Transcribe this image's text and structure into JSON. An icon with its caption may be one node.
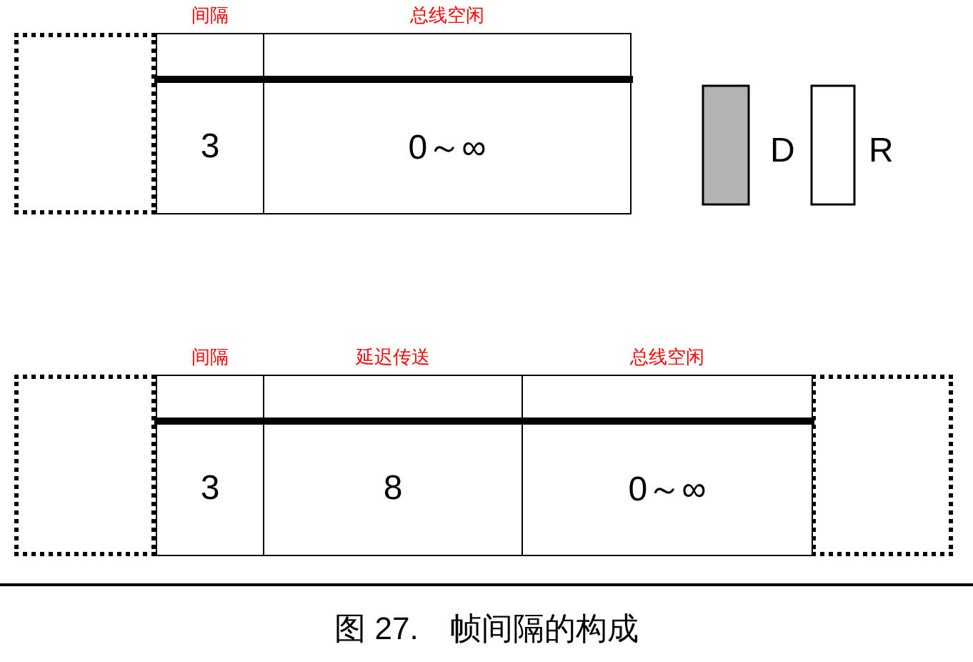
{
  "diagram": {
    "caption": "图 27.　帧间隔的构成",
    "nodes": [
      {
        "text": [],
        "shape": "box"
      },
      {
        "text": [
          "间隔",
          "3"
        ]
      },
      {
        "text": [
          "总线空闲",
          "0～∞"
        ]
      },
      {
        "text": [],
        "shape": "box"
      },
      {
        "text": [
          "间隔",
          "3"
        ]
      },
      {
        "text": [
          "延迟传送",
          "8"
        ]
      },
      {
        "text": [
          "总线空闲",
          "0～∞"
        ]
      },
      {
        "text": [],
        "shape": "box"
      }
    ],
    "legend": [
      {
        "text": "D",
        "color": "#b3b3b3"
      },
      {
        "text": "R",
        "color": "#ffffff"
      }
    ]
  }
}
